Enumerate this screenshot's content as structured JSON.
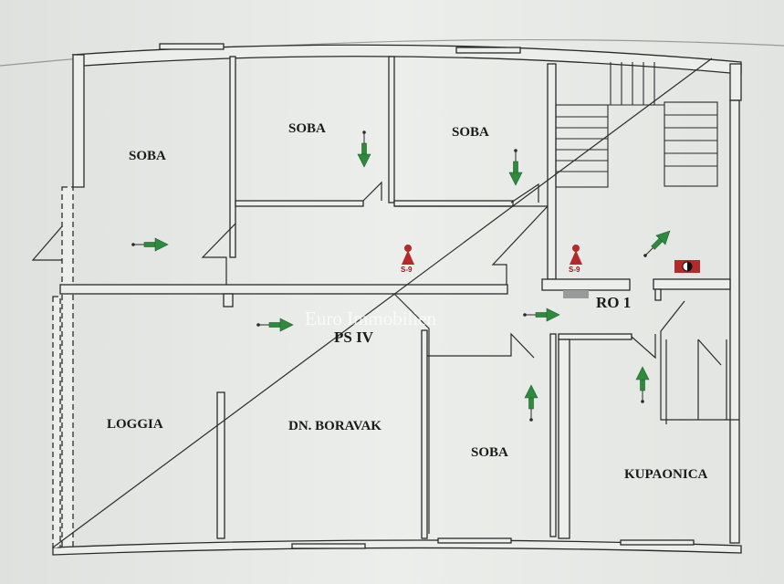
{
  "plan": {
    "rooms": [
      {
        "id": "soba-1",
        "label": "SOBA"
      },
      {
        "id": "soba-2",
        "label": "SOBA"
      },
      {
        "id": "soba-3",
        "label": "SOBA"
      },
      {
        "id": "soba-4",
        "label": "SOBA"
      },
      {
        "id": "loggia",
        "label": "LOGGIA"
      },
      {
        "id": "dn-boravak",
        "label": "DN. BORAVAK"
      },
      {
        "id": "kupaonica",
        "label": "KUPAONICA"
      }
    ],
    "annotations": {
      "ps": "PS IV",
      "ro": "RO 1",
      "sensor_1": "S-9",
      "sensor_2": "S-9"
    },
    "watermark": "Euro Immobilien",
    "colors": {
      "arrow": "#2e8b3e",
      "sensor": "#b22a2a",
      "paper": "#eceeeb",
      "line": "#2a2a2a"
    }
  }
}
